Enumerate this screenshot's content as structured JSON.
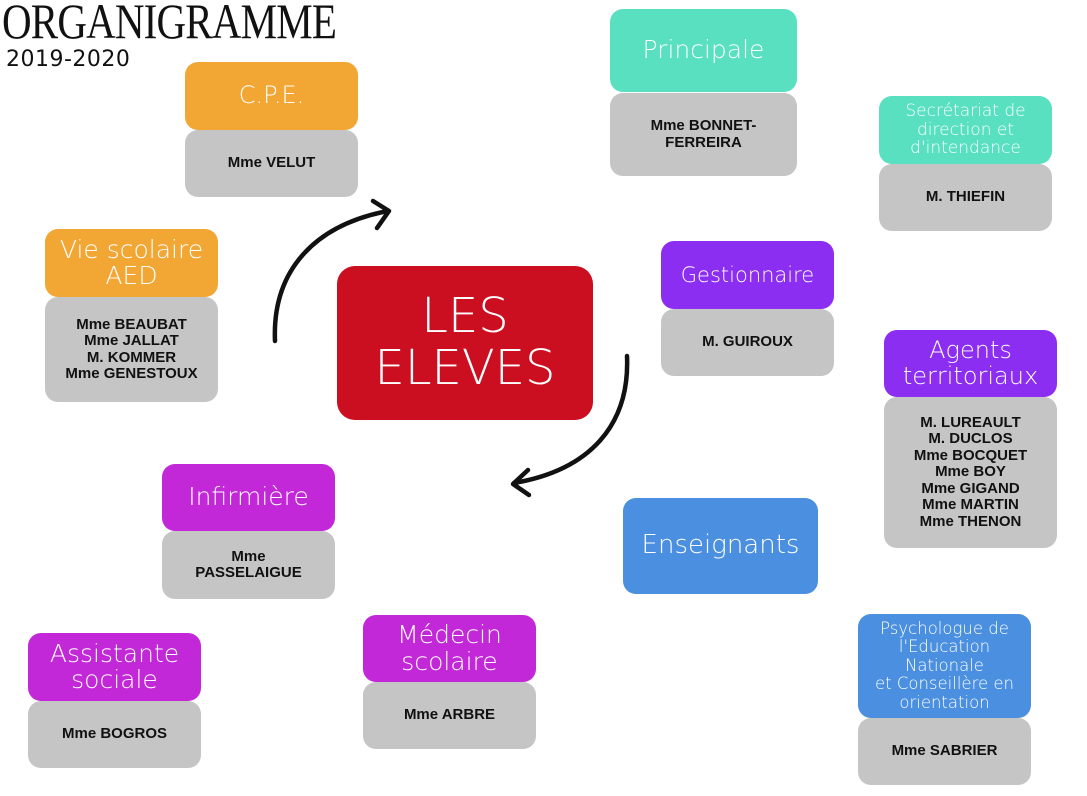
{
  "header": {
    "title": "ORGANIGRAMME",
    "year": "2019-2020"
  },
  "center": {
    "lines": [
      "LES",
      "ELEVES"
    ],
    "color": "#cc0e21"
  },
  "colors": {
    "orange": "#f2a634",
    "teal": "#58e0c1",
    "violet": "#8c2df2",
    "magenta": "#c227d8",
    "blue": "#4b8fe0",
    "grey": "#c5c5c5"
  },
  "cards": {
    "cpe": {
      "title": [
        "C.P.E."
      ],
      "members": [
        "Mme VELUT"
      ]
    },
    "principale": {
      "title": [
        "Principale"
      ],
      "members": [
        "Mme BONNET-",
        "FERREIRA"
      ]
    },
    "secretariat": {
      "title": [
        "Secrétariat de",
        "direction et",
        "d'intendance"
      ],
      "members": [
        "M. THIEFIN"
      ]
    },
    "vie_scolaire": {
      "title": [
        "Vie scolaire",
        "AED"
      ],
      "members": [
        "Mme BEAUBAT",
        "Mme JALLAT",
        "M. KOMMER",
        "Mme GENESTOUX"
      ]
    },
    "gestionnaire": {
      "title": [
        "Gestionnaire"
      ],
      "members": [
        "M. GUIROUX"
      ]
    },
    "agents": {
      "title": [
        "Agents",
        "territoriaux"
      ],
      "members": [
        "M. LUREAULT",
        "M. DUCLOS",
        "Mme BOCQUET",
        "Mme BOY",
        "Mme GIGAND",
        "Mme MARTIN",
        "Mme THENON"
      ]
    },
    "infirmiere": {
      "title": [
        "Infirmière"
      ],
      "members": [
        "Mme",
        "PASSELAIGUE"
      ]
    },
    "enseignants": {
      "title": [
        "Enseignants"
      ]
    },
    "assistante": {
      "title": [
        "Assistante",
        "sociale"
      ],
      "members": [
        "Mme BOGROS"
      ]
    },
    "medecin": {
      "title": [
        "Médecin",
        "scolaire"
      ],
      "members": [
        "Mme ARBRE"
      ]
    },
    "psychologue": {
      "title": [
        "Psychologue de",
        "l'Education",
        "Nationale",
        "et Conseillère en",
        "orientation"
      ],
      "members": [
        "Mme SABRIER"
      ]
    }
  },
  "arrows": [
    {
      "name": "arrow-clockwise-up",
      "direction": "up-right"
    },
    {
      "name": "arrow-clockwise-down",
      "direction": "down-left"
    }
  ]
}
